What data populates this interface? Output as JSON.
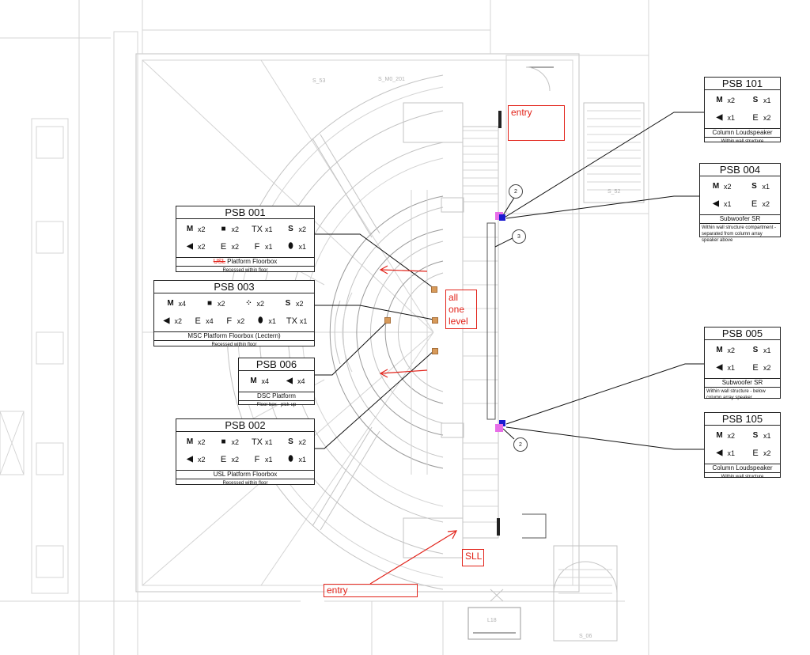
{
  "colors": {
    "annotation": "#e2231a",
    "floorbox": "#d79a5a",
    "speaker": "#1a1ad0",
    "subwoofer": "#e86ee8"
  },
  "icons": {
    "mic": "microphone-icon",
    "box": "box-icon",
    "tx": "transmitter-icon",
    "s": "subwoofer-icon",
    "spk": "loudspeaker-icon",
    "e": "ethernet-icon",
    "f": "fibre-icon",
    "oval": "capsule-icon",
    "dots": "dots-icon"
  },
  "annotations": {
    "entry_top": "entry",
    "entry_bottom": "entry",
    "all_one_level": [
      "all",
      "one",
      "level"
    ],
    "sll": "SLL"
  },
  "tags": {
    "t2a": "2",
    "t3": "3",
    "t2b": "2"
  },
  "room_labels": [
    "S_53",
    "S_M0_201",
    "S_52",
    "L18",
    "S_06"
  ],
  "psb001": {
    "title": "PSB 001",
    "row1": [
      {
        "icon": "mic",
        "label": "M",
        "qty": "x2"
      },
      {
        "icon": "box",
        "label": "■",
        "qty": "x2"
      },
      {
        "icon": "tx",
        "label": "TX",
        "qty": "x1"
      },
      {
        "icon": "s",
        "label": "S",
        "qty": "x2"
      }
    ],
    "row2": [
      {
        "icon": "spk",
        "label": "◀",
        "qty": "x2"
      },
      {
        "icon": "e",
        "label": "E",
        "qty": "x2"
      },
      {
        "icon": "f",
        "label": "F",
        "qty": "x1"
      },
      {
        "icon": "oval",
        "label": "⬮",
        "qty": "x1"
      }
    ],
    "desc_strike": "USL",
    "desc_rest": " Platform Floorbox",
    "note": "Recessed within floor"
  },
  "psb003": {
    "title": "PSB 003",
    "row1": [
      {
        "icon": "mic",
        "label": "M",
        "qty": "x4"
      },
      {
        "icon": "box",
        "label": "■",
        "qty": "x2"
      },
      {
        "icon": "dots",
        "label": "⁘",
        "qty": "x2"
      },
      {
        "icon": "s",
        "label": "S",
        "qty": "x2"
      }
    ],
    "row2": [
      {
        "icon": "spk",
        "label": "◀",
        "qty": "x2"
      },
      {
        "icon": "e",
        "label": "E",
        "qty": "x4"
      },
      {
        "icon": "f",
        "label": "F",
        "qty": "x2"
      },
      {
        "icon": "oval",
        "label": "⬮",
        "qty": "x1"
      },
      {
        "icon": "tx",
        "label": "TX",
        "qty": "x1"
      }
    ],
    "desc": "MSC Platform Floorbox (Lectern)",
    "note": "Recessed within floor"
  },
  "psb006": {
    "title": "PSB 006",
    "row1": [
      {
        "icon": "mic",
        "label": "M",
        "qty": "x4"
      },
      {
        "icon": "spk",
        "label": "◀",
        "qty": "x4"
      }
    ],
    "desc": "DSC Platform",
    "note": "Floor box - pick-up"
  },
  "psb002": {
    "title": "PSB 002",
    "row1": [
      {
        "icon": "mic",
        "label": "M",
        "qty": "x2"
      },
      {
        "icon": "box",
        "label": "■",
        "qty": "x2"
      },
      {
        "icon": "tx",
        "label": "TX",
        "qty": "x1"
      },
      {
        "icon": "s",
        "label": "S",
        "qty": "x2"
      }
    ],
    "row2": [
      {
        "icon": "spk",
        "label": "◀",
        "qty": "x2"
      },
      {
        "icon": "e",
        "label": "E",
        "qty": "x2"
      },
      {
        "icon": "f",
        "label": "F",
        "qty": "x1"
      },
      {
        "icon": "oval",
        "label": "⬮",
        "qty": "x1"
      }
    ],
    "desc": "USL Platform Floorbox",
    "note": "Recessed within floor"
  },
  "psb101": {
    "title": "PSB 101",
    "row1": [
      {
        "icon": "mic",
        "label": "M",
        "qty": "x2"
      },
      {
        "icon": "s",
        "label": "S",
        "qty": "x1"
      }
    ],
    "row2": [
      {
        "icon": "spk",
        "label": "◀",
        "qty": "x1"
      },
      {
        "icon": "e",
        "label": "E",
        "qty": "x2"
      }
    ],
    "desc": "Column Loudspeaker",
    "note": "Within wall structure"
  },
  "psb004": {
    "title": "PSB 004",
    "row1": [
      {
        "icon": "mic",
        "label": "M",
        "qty": "x2"
      },
      {
        "icon": "s",
        "label": "S",
        "qty": "x1"
      }
    ],
    "row2": [
      {
        "icon": "spk",
        "label": "◀",
        "qty": "x1"
      },
      {
        "icon": "e",
        "label": "E",
        "qty": "x2"
      }
    ],
    "desc": "Subwoofer SR",
    "note": "Within wall structure compartment - separated from column array speaker above"
  },
  "psb005": {
    "title": "PSB 005",
    "row1": [
      {
        "icon": "mic",
        "label": "M",
        "qty": "x2"
      },
      {
        "icon": "s",
        "label": "S",
        "qty": "x1"
      }
    ],
    "row2": [
      {
        "icon": "spk",
        "label": "◀",
        "qty": "x1"
      },
      {
        "icon": "e",
        "label": "E",
        "qty": "x2"
      }
    ],
    "desc": "Subwoofer SR",
    "note": "Within wall structure - below column array speaker"
  },
  "psb105": {
    "title": "PSB 105",
    "row1": [
      {
        "icon": "mic",
        "label": "M",
        "qty": "x2"
      },
      {
        "icon": "s",
        "label": "S",
        "qty": "x1"
      }
    ],
    "row2": [
      {
        "icon": "spk",
        "label": "◀",
        "qty": "x1"
      },
      {
        "icon": "e",
        "label": "E",
        "qty": "x2"
      }
    ],
    "desc": "Column Loudspeaker",
    "note": "Within wall structure"
  }
}
